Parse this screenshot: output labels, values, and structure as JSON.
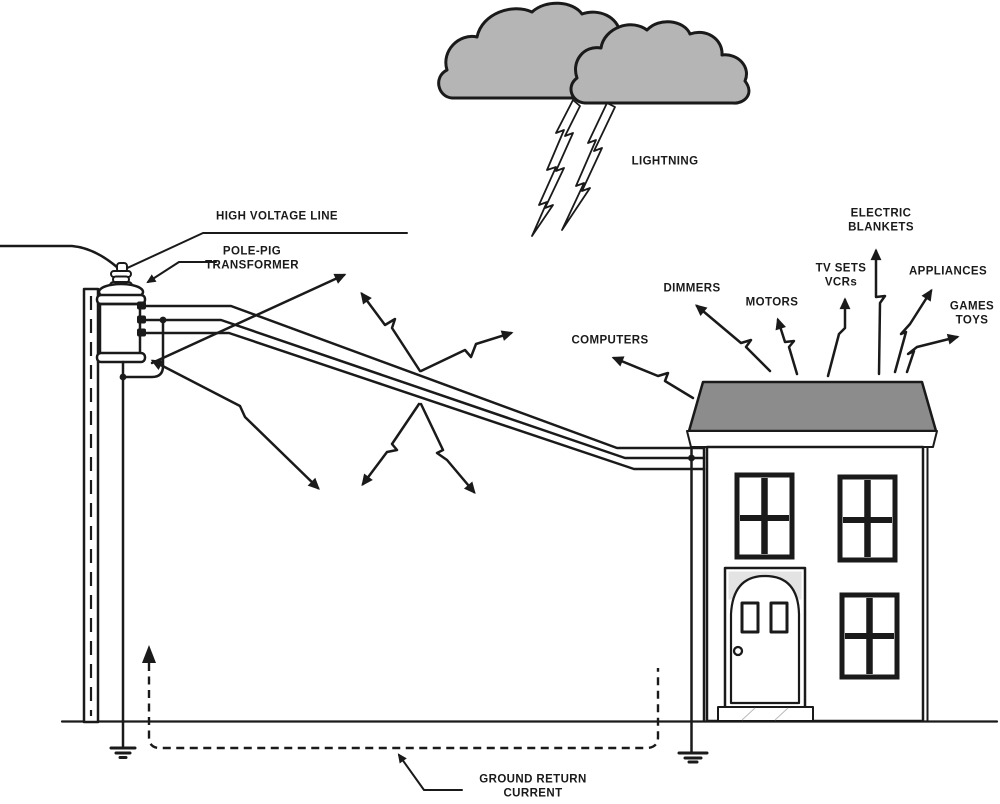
{
  "labels": {
    "lightning": "LIGHTNING",
    "high_voltage_line": "HIGH VOLTAGE LINE",
    "pole_pig_transformer": "POLE-PIG\nTRANSFORMER",
    "computers": "COMPUTERS",
    "dimmers": "DIMMERS",
    "motors": "MOTORS",
    "tv_sets_vcrs": "TV SETS\nVCRs",
    "electric_blankets": "ELECTRIC\nBLANKETS",
    "appliances": "APPLIANCES",
    "games_toys": "GAMES\nTOYS",
    "ground_return_current": "GROUND RETURN\nCURRENT"
  },
  "colors": {
    "line": "#1a1a1a",
    "cloud_fill": "#b5b5b5",
    "roof_fill": "#8c8c8c",
    "transformer_fill": "#ececec",
    "door_arch_fill": "#e3e3e3",
    "background": "#ffffff"
  }
}
